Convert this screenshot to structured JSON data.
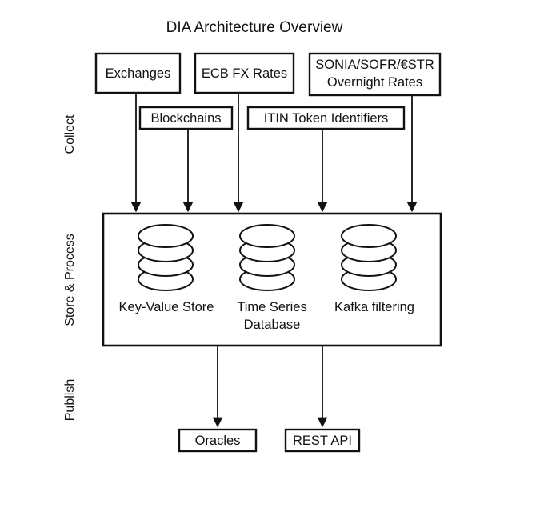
{
  "title": "DIA Architecture Overview",
  "stages": {
    "collect": "Collect",
    "store": "Store & Process",
    "publish": "Publish"
  },
  "sources": {
    "exchanges": "Exchanges",
    "ecb": "ECB FX Rates",
    "overnight_line1": "SONIA/SOFR/€STR",
    "overnight_line2": "Overnight Rates",
    "blockchains": "Blockchains",
    "itin": "ITIN Token Identifiers"
  },
  "stores": {
    "kv": "Key-Value Store",
    "ts_line1": "Time Series",
    "ts_line2": "Database",
    "kafka": "Kafka filtering"
  },
  "outputs": {
    "oracles": "Oracles",
    "rest": "REST API"
  }
}
